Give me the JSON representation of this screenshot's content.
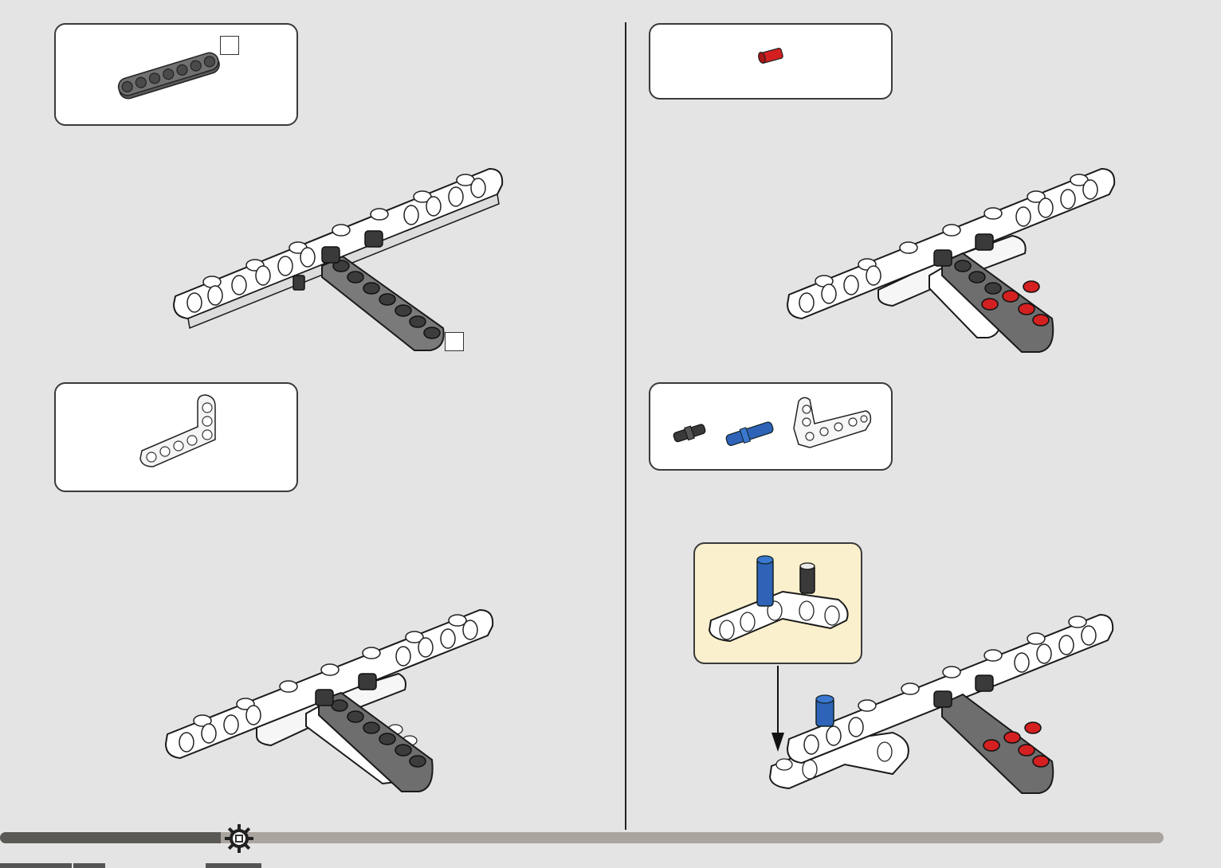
{
  "colors": {
    "background": "#e4e4e4",
    "beam_white": "#ffffff",
    "beam_dark_gray": "#5b5b5b",
    "pin_red": "#d42020",
    "pin_blue": "#2e63b8",
    "pin_black": "#3a3a3a",
    "callout_bg": "#fbf0cd",
    "progress_track": "#a9a49e",
    "progress_fill": "#5b5955"
  },
  "steps": {
    "step_a": {
      "parts": [
        {
          "name": "dark-gray-beam-7",
          "icon": "technic-beam-7-gray-icon"
        }
      ],
      "qty": ""
    },
    "step_b": {
      "parts": [
        {
          "name": "white-l-beam",
          "icon": "technic-l-beam-white-icon"
        }
      ]
    },
    "step_c": {
      "parts": [
        {
          "name": "red-pin",
          "icon": "technic-pin-red-icon"
        }
      ]
    },
    "step_d": {
      "parts": [
        {
          "name": "black-pin",
          "icon": "technic-pin-black-icon"
        },
        {
          "name": "blue-axle-pin",
          "icon": "technic-axle-pin-blue-icon"
        },
        {
          "name": "white-t-beam",
          "icon": "technic-t-beam-white-icon"
        }
      ]
    }
  },
  "progress": {
    "fraction": 0.19
  },
  "footer_icon": "gear-icon"
}
